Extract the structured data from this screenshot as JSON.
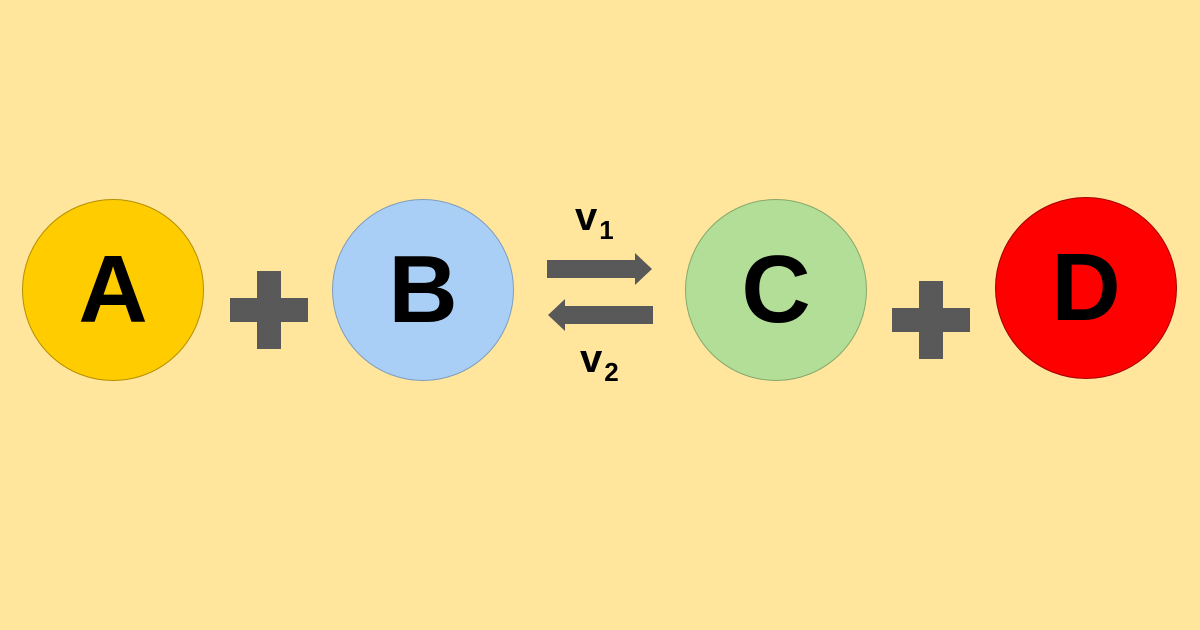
{
  "species": [
    {
      "label": "A",
      "color": "#ffcc00"
    },
    {
      "label": "B",
      "color": "#a9cff7"
    },
    {
      "label": "C",
      "color": "#b3de97"
    },
    {
      "label": "D",
      "color": "#ff0000"
    }
  ],
  "rates": {
    "forward": {
      "symbol": "v",
      "subscript": "1"
    },
    "reverse": {
      "symbol": "v",
      "subscript": "2"
    }
  },
  "colors": {
    "background": "#ffe69c",
    "operator": "#595959"
  }
}
